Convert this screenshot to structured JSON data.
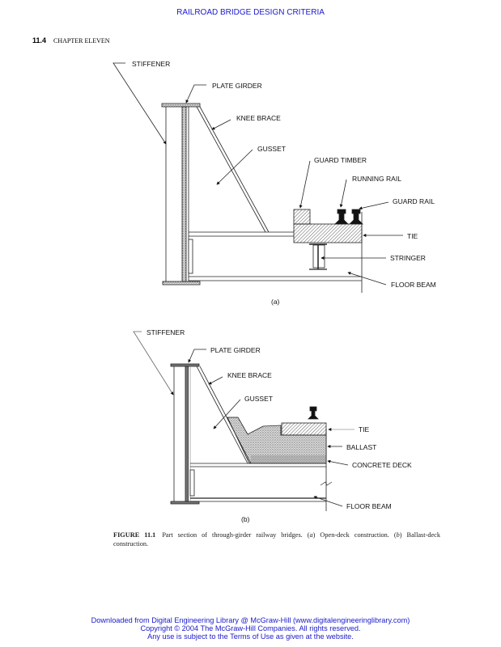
{
  "header": {
    "running_title": "RAILROAD BRIDGE DESIGN CRITERIA",
    "page_number": "11.4",
    "chapter": "CHAPTER ELEVEN"
  },
  "figure_a": {
    "labels": {
      "stiffener": "STIFFENER",
      "plate_girder": "PLATE GIRDER",
      "knee_brace": "KNEE BRACE",
      "gusset": "GUSSET",
      "guard_timber": "GUARD TIMBER",
      "running_rail": "RUNNING RAIL",
      "guard_rail": "GUARD RAIL",
      "tie": "TIE",
      "stringer": "STRINGER",
      "floor_beam": "FLOOR BEAM"
    },
    "sublabel": "(a)"
  },
  "figure_b": {
    "labels": {
      "stiffener": "STIFFENER",
      "plate_girder": "PLATE GIRDER",
      "knee_brace": "KNEE BRACE",
      "gusset": "GUSSET",
      "tie": "TIE",
      "ballast": "BALLAST",
      "concrete_deck": "CONCRETE DECK",
      "floor_beam": "FLOOR BEAM"
    },
    "sublabel": "(b)"
  },
  "caption": {
    "number": "FIGURE 11.1",
    "text_1": "Part section of through-girder railway bridges. (",
    "a": "a",
    "text_2": ") Open-deck construction. (",
    "b": "b",
    "text_3": ") Ballast-deck construction."
  },
  "footer": {
    "line1": "Downloaded from Digital Engineering Library @ McGraw-Hill (www.digitalengineeringlibrary.com)",
    "line2": "Copyright © 2004 The McGraw-Hill Companies. All rights reserved.",
    "line3": "Any use is subject to the Terms of Use as given at the website."
  }
}
